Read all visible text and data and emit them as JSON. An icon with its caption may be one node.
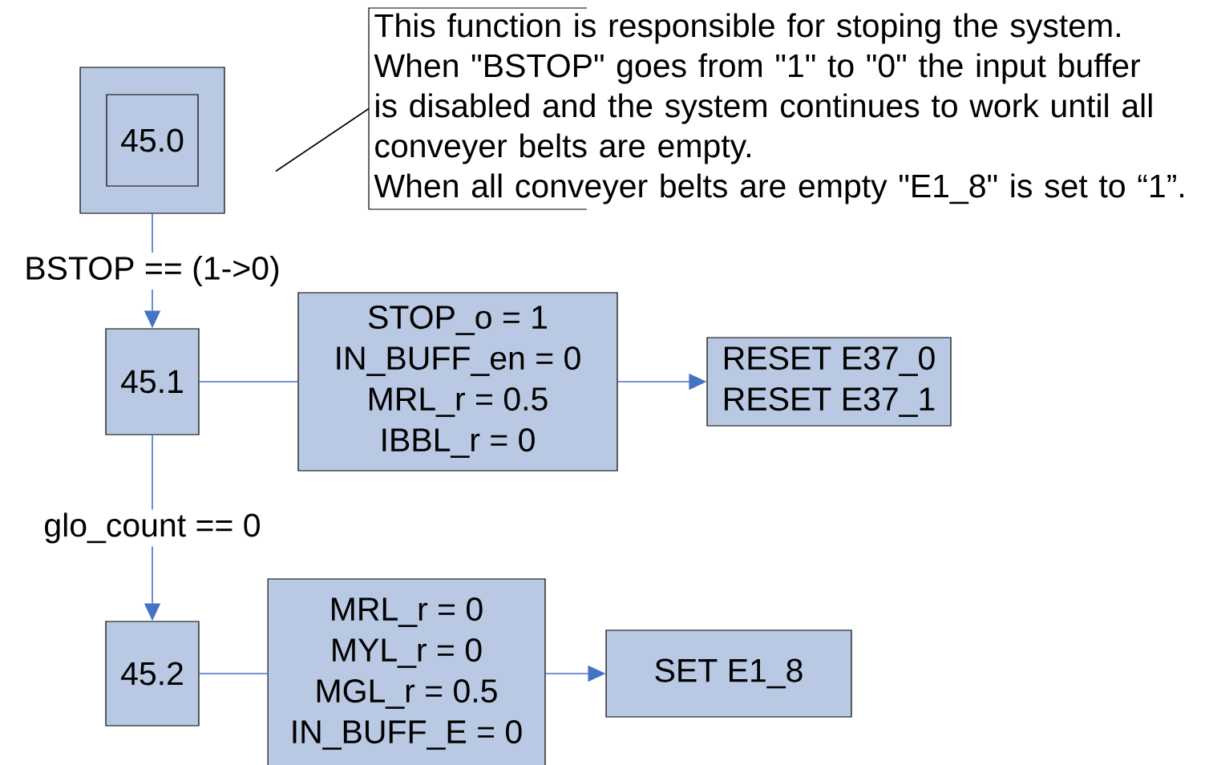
{
  "diagram": {
    "nodes": [
      {
        "text": [],
        "shape": "box"
      },
      {
        "text": [
          "45.0"
        ],
        "in": 0
      },
      {
        "text": [
          "This function is responsible for stoping the system.",
          "When \"BSTOP\" goes from \"1\" to \"0\" the input buffer is disabled and the system continues to work until all conveyer belts are empty.",
          "When all conveyer belts are empty \"E1_8\" is set to “1”."
        ]
      },
      {
        "text": [
          "45.1"
        ]
      },
      {
        "text": [
          "STOP_o = 1",
          "IN_BUFF_en = 0",
          "MRL_r = 0.5",
          "IBBL_r = 0"
        ]
      },
      {
        "text": [
          "RESET E37_0",
          "RESET E37_1"
        ]
      },
      {
        "text": [
          "45.2"
        ]
      },
      {
        "text": [
          "MRL_r = 0",
          "MYL_r = 0",
          "MGL_r = 0.5",
          "IN_BUFF_E = 0"
        ]
      },
      {
        "text": [
          "SET E1_8"
        ]
      }
    ],
    "edges": [
      {
        "from": 0,
        "to": 3,
        "arrow": "to",
        "label": "BSTOP == (1->0)"
      },
      {
        "from": 3,
        "to": 4,
        "arrow": "none"
      },
      {
        "from": 4,
        "to": 5,
        "arrow": "to"
      },
      {
        "from": 3,
        "to": 6,
        "arrow": "to",
        "label": "glo_count == 0"
      },
      {
        "from": 6,
        "to": 7,
        "arrow": "none"
      },
      {
        "from": 7,
        "to": 8,
        "arrow": "to"
      },
      {
        "from": 2,
        "to": null,
        "arrow": "none",
        "color": "#000000"
      }
    ]
  }
}
